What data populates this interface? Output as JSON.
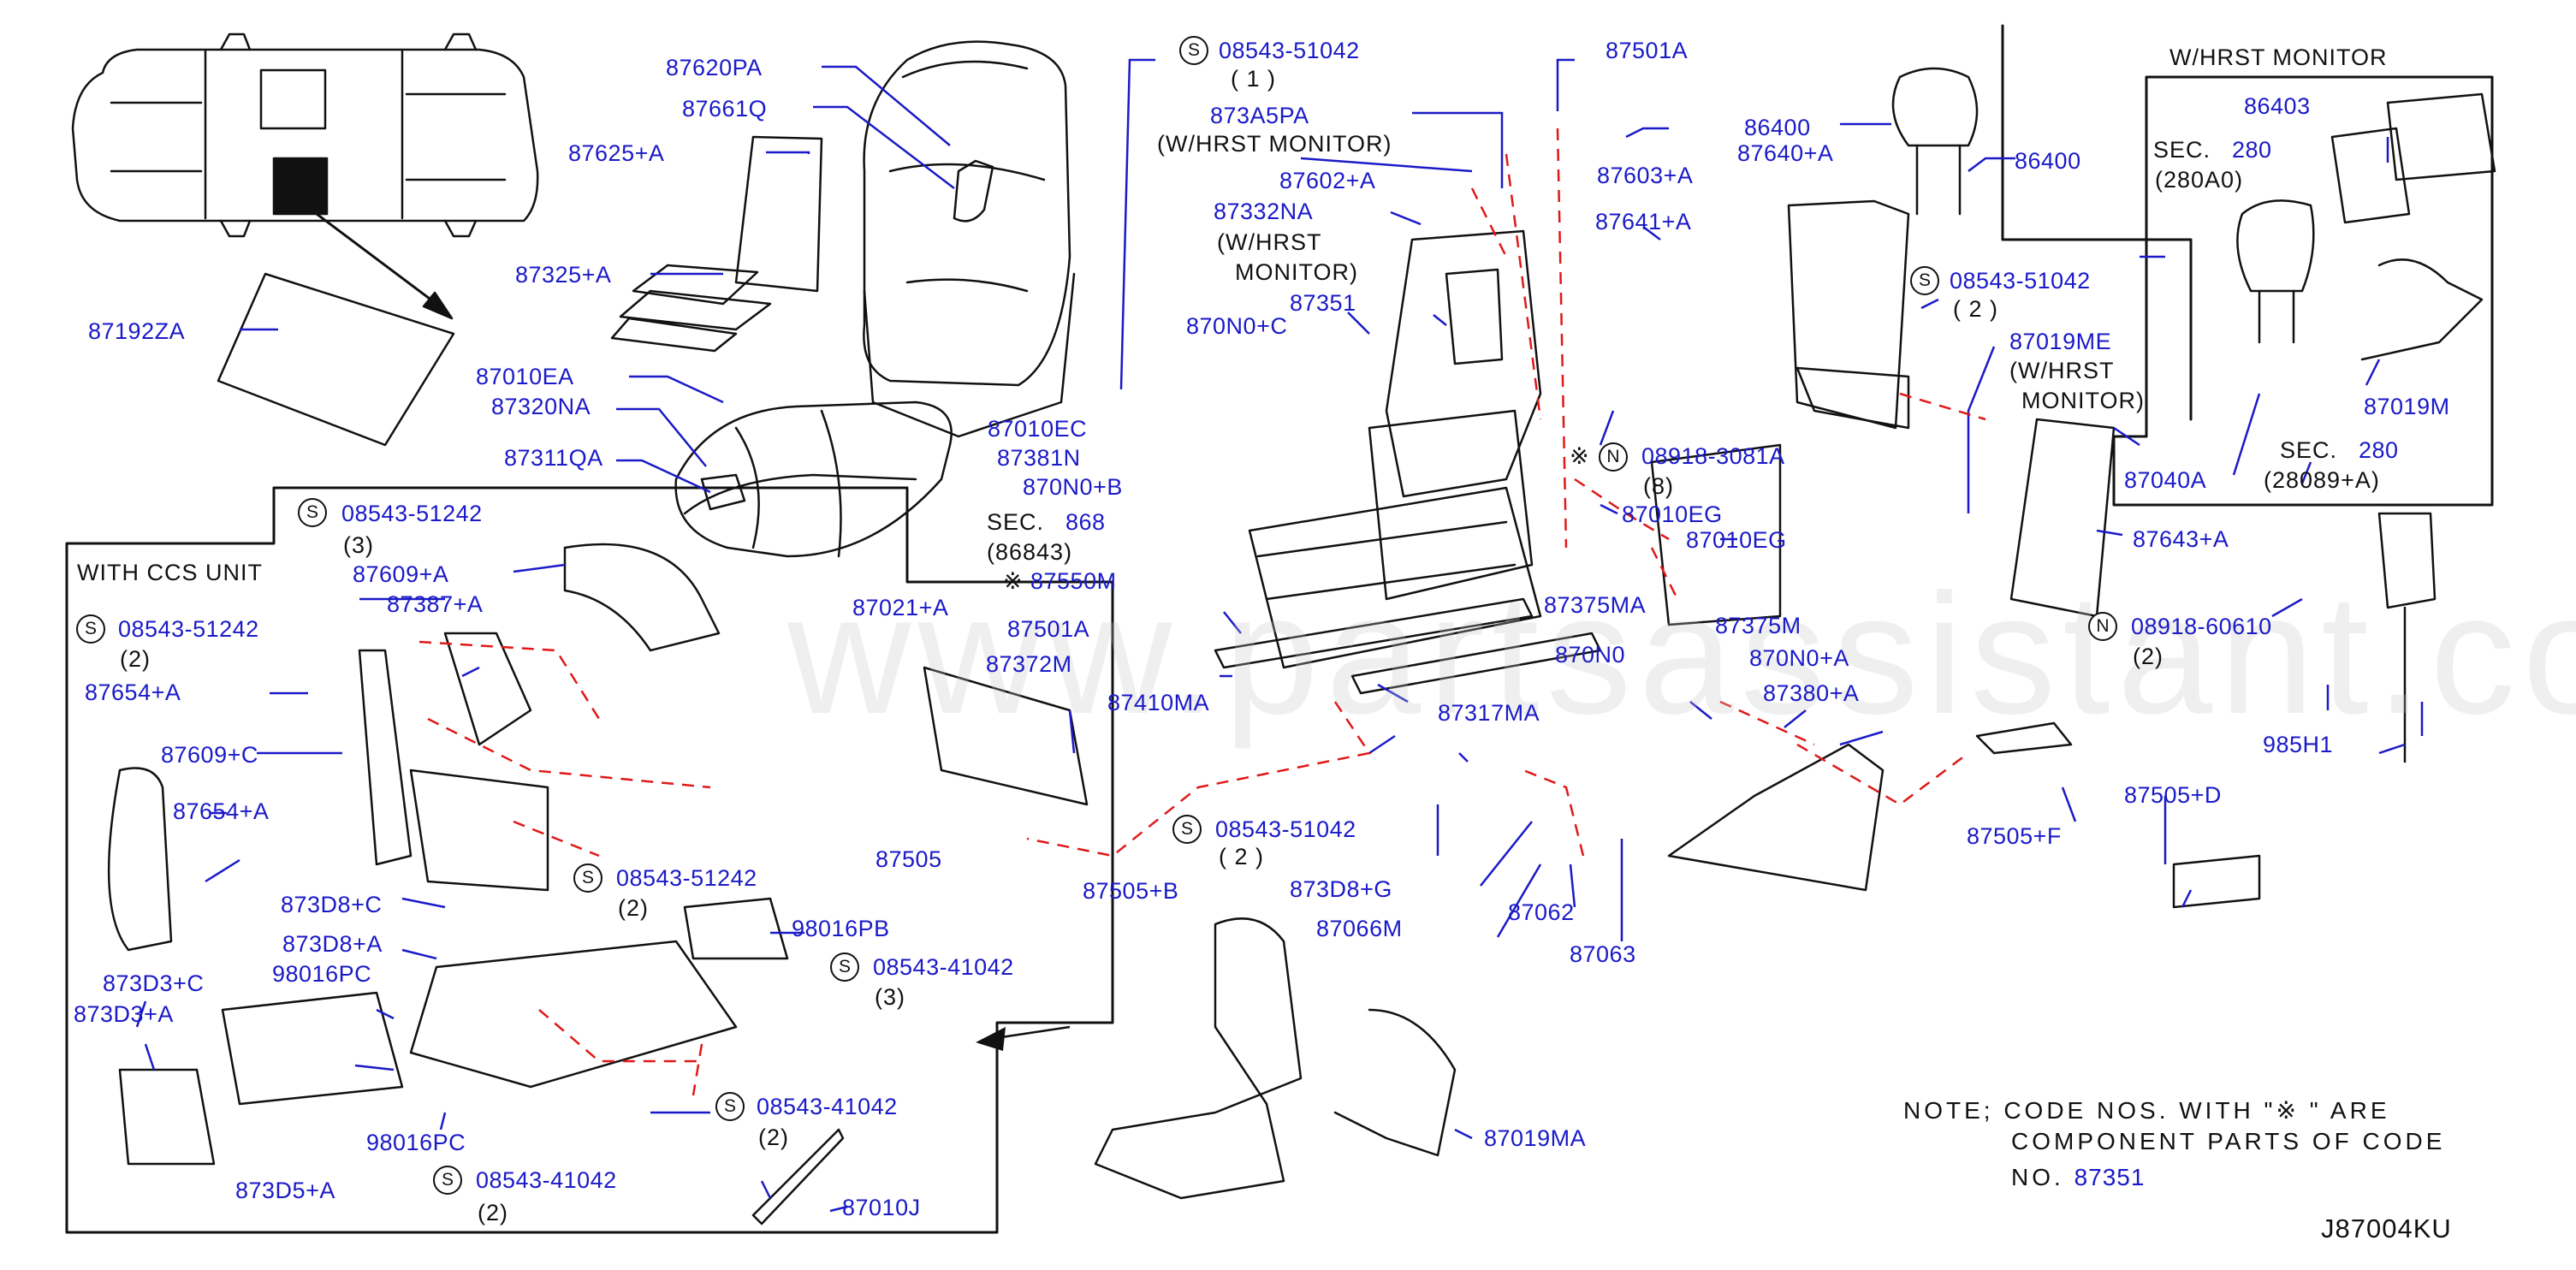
{
  "watermark": "www.partsassistant.com",
  "diagram_code": "J87004KU",
  "note": {
    "line1_prefix": "NOTE;  CODE  NOS.  WITH  \"",
    "line1_mark": "※",
    "line1_suffix": "  \"  ARE",
    "line2": "COMPONENT  PARTS  OF  CODE",
    "line3_prefix": "NO.",
    "line3_code": "87351"
  },
  "boxes": {
    "ccs_unit": "WITH  CCS  UNIT",
    "hrst_monitor": "W/HRST  MONITOR"
  },
  "screw_symbols": {
    "s": "S",
    "n": "N",
    "star": "※"
  },
  "labels": {
    "p87620PA": "87620PA",
    "p87661Q": "87661Q",
    "p87625A": "87625+A",
    "p87325A": "87325+A",
    "p87192ZA": "87192ZA",
    "p87010EA": "87010EA",
    "p87320NA": "87320NA",
    "p87311QA": "87311QA",
    "s08543_51042_a": "08543-51042",
    "s08543_51042_a_qty": "( 1 )",
    "p873A5PA": "873A5PA",
    "hrst1": "(W/HRST MONITOR)",
    "p87602A": "87602+A",
    "p87332NA": "87332NA",
    "hrst2a": "(W/HRST",
    "hrst2b": "MONITOR)",
    "p870N0C": "870N0+C",
    "p87351": "87351",
    "p87010EC": "87010EC",
    "p87381N": "87381N",
    "p870N0B": "870N0+B",
    "sec868a": "SEC.",
    "sec868b": "868",
    "sec868c": "(86843)",
    "p87550M": "87550M",
    "p87501A_top": "87501A",
    "p87603A": "87603+A",
    "p87641A": "87641+A",
    "p86400": "86400",
    "p87640A": "87640+A",
    "p86400b": "86400",
    "s08543_51042_b": "08543-51042",
    "s08543_51042_b_qty": "( 2 )",
    "p87019ME": "87019ME",
    "hrst3a": "(W/HRST",
    "hrst3b": "MONITOR)",
    "n08918_3081A": "08918-3081A",
    "n08918_3081A_qty": "(8)",
    "p87010EG_a": "87010EG",
    "p87010EG_b": "87010EG",
    "p87375MA": "87375MA",
    "p87375M": "87375M",
    "p87021A": "87021+A",
    "p87501A_mid": "87501A",
    "p87372M": "87372M",
    "p87410MA": "87410MA",
    "p87505": "87505",
    "p87505B": "87505+B",
    "s08543_51042_c": "08543-51042",
    "s08543_51042_c_qty": "( 2 )",
    "p870N0": "870N0",
    "p870N0A": "870N0+A",
    "p87380A": "87380+A",
    "p87317MA": "87317MA",
    "p873D8G": "873D8+G",
    "p87066M": "87066M",
    "p87062": "87062",
    "p87063": "87063",
    "p87505F": "87505+F",
    "p87505D": "87505+D",
    "p87643A": "87643+A",
    "n08918_60610": "08918-60610",
    "n08918_60610_qty": "(2)",
    "p985H1": "985H1",
    "p86403": "86403",
    "sec280a": "SEC.",
    "sec280a_num": "280",
    "sec280a_code": "(280A0)",
    "p87040A": "87040A",
    "p87019M": "87019M",
    "sec280b": "SEC.",
    "sec280b_num": "280",
    "sec280b_code": "(28089+A)",
    "s08543_51242_a": "08543-51242",
    "s08543_51242_a_qty": "(3)",
    "p87609A": "87609+A",
    "p87387A": "87387+A",
    "s08543_51242_b": "08543-51242",
    "s08543_51242_b_qty": "(2)",
    "p87654A_a": "87654+A",
    "p87609C": "87609+C",
    "p87654A_b": "87654+A",
    "p873D8C": "873D8+C",
    "s08543_51242_c": "08543-51242",
    "s08543_51242_c_qty": "(2)",
    "p98016PB": "98016PB",
    "p873D8A": "873D8+A",
    "p98016PC_a": "98016PC",
    "s08543_41042_a": "08543-41042",
    "s08543_41042_a_qty": "(3)",
    "p873D3C": "873D3+C",
    "p873D3A": "873D3+A",
    "s08543_41042_b": "08543-41042",
    "s08543_41042_b_qty": "(2)",
    "p98016PC_b": "98016PC",
    "p873D5A": "873D5+A",
    "s08543_41042_c": "08543-41042",
    "s08543_41042_c_qty": "(2)",
    "p87010J": "87010J",
    "p87019MA": "87019MA"
  }
}
